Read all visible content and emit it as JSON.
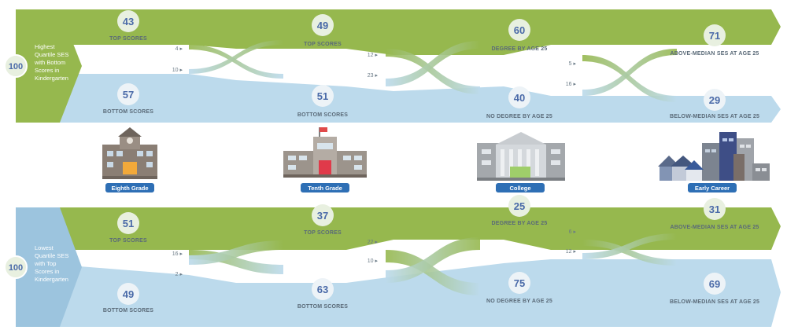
{
  "colors": {
    "green": "#96b84e",
    "blue": "#bcdaec",
    "blue_dark": "#9cc4de",
    "text_blue": "#4a6aa8",
    "pill": "#2e6fb5",
    "circle": "#e8f0e0"
  },
  "top_panel": {
    "start_value": "100",
    "start_label": [
      "Highest",
      "Quartile SES",
      "with Bottom",
      "Scores in",
      "Kindergarten"
    ],
    "stages": [
      {
        "top_value": "43",
        "top_label": "TOP SCORES",
        "bottom_value": "57",
        "bottom_label": "BOTTOM SCORES"
      },
      {
        "top_value": "49",
        "top_label": "TOP SCORES",
        "bottom_value": "51",
        "bottom_label": "BOTTOM SCORES"
      },
      {
        "top_value": "60",
        "top_label": "DEGREE BY AGE 25",
        "bottom_value": "40",
        "bottom_label": "NO DEGREE BY AGE 25"
      },
      {
        "top_value": "71",
        "top_label": "ABOVE-MEDIAN SES AT AGE 25",
        "bottom_value": "29",
        "bottom_label": "BELOW-MEDIAN SES AT AGE 25"
      }
    ],
    "transitions": [
      {
        "down": "4 ▸",
        "up": "10 ▸"
      },
      {
        "down": "12 ▸",
        "up": "23 ▸"
      },
      {
        "down": "5 ▸",
        "up": "16 ▸"
      }
    ]
  },
  "bottom_panel": {
    "start_value": "100",
    "start_label": [
      "Lowest",
      "Quartile SES",
      "with Top",
      "Scores in",
      "Kindergarten"
    ],
    "stages": [
      {
        "top_value": "51",
        "top_label": "TOP SCORES",
        "bottom_value": "49",
        "bottom_label": "BOTTOM SCORES"
      },
      {
        "top_value": "37",
        "top_label": "TOP SCORES",
        "bottom_value": "63",
        "bottom_label": "BOTTOM SCORES"
      },
      {
        "top_value": "25",
        "top_label": "DEGREE BY AGE 25",
        "bottom_value": "75",
        "bottom_label": "NO DEGREE BY AGE 25"
      },
      {
        "top_value": "31",
        "top_label": "ABOVE-MEDIAN SES AT AGE 25",
        "bottom_value": "69",
        "bottom_label": "BELOW-MEDIAN SES AT AGE 25"
      }
    ],
    "transitions": [
      {
        "down": "16 ▸",
        "up": "2 ▸"
      },
      {
        "down": "22 ▸",
        "up": "10 ▸"
      },
      {
        "down": "6 ▸",
        "up": "12 ▸"
      }
    ]
  },
  "milestones": [
    "Eighth Grade",
    "Tenth Grade",
    "College",
    "Early Career"
  ],
  "icons": [
    "school-icon",
    "high-school-icon",
    "college-icon",
    "city-icon"
  ]
}
